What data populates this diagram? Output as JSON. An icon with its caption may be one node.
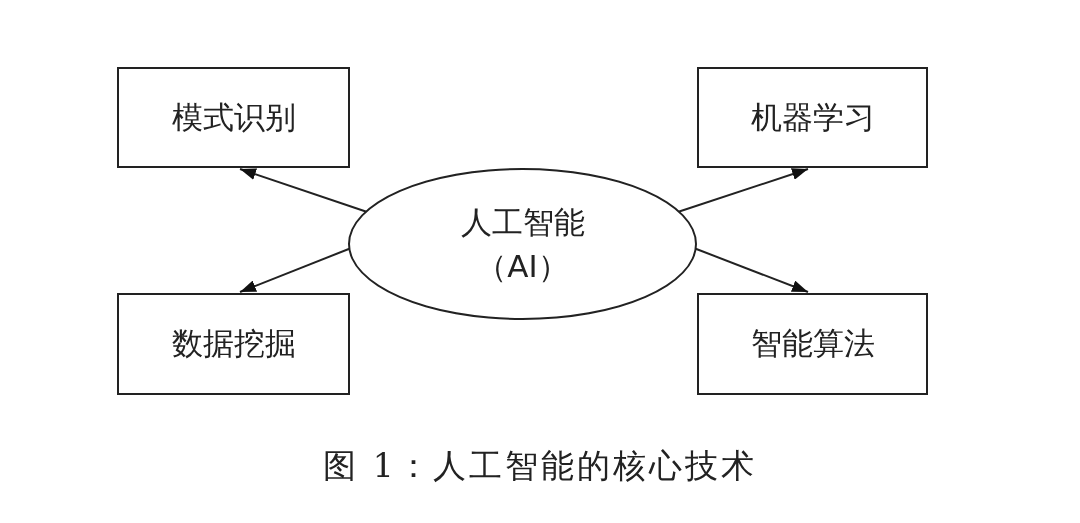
{
  "diagram": {
    "caption": "图 1：人工智能的核心技术",
    "nodes": [
      {
        "text": [
          "模式识别"
        ]
      },
      {
        "text": [
          "机器学习"
        ]
      },
      {
        "text": [
          "人工智能（AI）"
        ]
      },
      {
        "text": [
          "数据挖掘"
        ]
      },
      {
        "text": [
          "智能算法"
        ]
      }
    ],
    "edges": [
      {
        "from": 2,
        "to": 0,
        "arrow": "to"
      },
      {
        "from": 2,
        "to": 1,
        "arrow": "to"
      },
      {
        "from": 2,
        "to": 3,
        "arrow": "to"
      },
      {
        "from": 2,
        "to": 4,
        "arrow": "to"
      }
    ]
  }
}
